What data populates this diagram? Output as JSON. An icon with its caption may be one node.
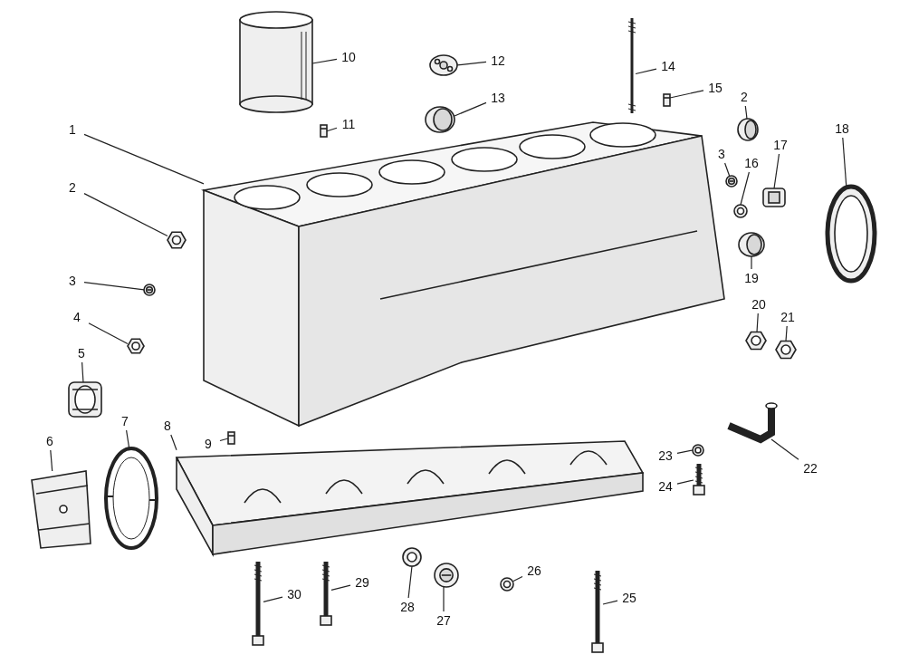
{
  "diagram": {
    "nodes": [
      {
        "text": [
          "1"
        ]
      },
      {
        "text": [
          "2"
        ]
      },
      {
        "text": [
          "3"
        ]
      },
      {
        "text": [
          "4"
        ]
      },
      {
        "text": [
          "5"
        ]
      },
      {
        "text": [
          "6"
        ]
      },
      {
        "text": [
          "7"
        ]
      },
      {
        "text": [
          "8"
        ]
      },
      {
        "text": [
          "9"
        ]
      },
      {
        "text": [
          "10"
        ]
      },
      {
        "text": [
          "11"
        ]
      },
      {
        "text": [
          "12"
        ]
      },
      {
        "text": [
          "13"
        ]
      },
      {
        "text": [
          "14"
        ]
      },
      {
        "text": [
          "15"
        ]
      },
      {
        "text": [
          "2"
        ]
      },
      {
        "text": [
          "3"
        ]
      },
      {
        "text": [
          "16"
        ]
      },
      {
        "text": [
          "17"
        ]
      },
      {
        "text": [
          "18"
        ]
      },
      {
        "text": [
          "19"
        ]
      },
      {
        "text": [
          "20"
        ]
      },
      {
        "text": [
          "21"
        ]
      },
      {
        "text": [
          "22"
        ]
      },
      {
        "text": [
          "23"
        ]
      },
      {
        "text": [
          "24"
        ]
      },
      {
        "text": [
          "25"
        ]
      },
      {
        "text": [
          "26"
        ]
      },
      {
        "text": [
          "27"
        ]
      },
      {
        "text": [
          "28"
        ]
      },
      {
        "text": [
          "29"
        ]
      },
      {
        "text": [
          "30"
        ]
      },
      {
        "text": [],
        "shape": "picture"
      },
      {
        "text": [],
        "shape": "picture"
      },
      {
        "text": [],
        "shape": "picture"
      },
      {
        "text": [],
        "shape": "picture"
      },
      {
        "text": [],
        "shape": "picture"
      },
      {
        "text": [],
        "shape": "picture"
      },
      {
        "text": [],
        "shape": "picture"
      },
      {
        "text": [],
        "shape": "picture"
      },
      {
        "text": [],
        "shape": "picture"
      },
      {
        "text": [],
        "shape": "picture"
      },
      {
        "text": [],
        "shape": "picture"
      },
      {
        "text": [],
        "shape": "picture"
      },
      {
        "text": [],
        "shape": "picture"
      },
      {
        "text": [],
        "shape": "picture"
      },
      {
        "text": [],
        "shape": "picture"
      },
      {
        "text": [],
        "shape": "picture"
      },
      {
        "text": [],
        "shape": "picture"
      },
      {
        "text": [],
        "shape": "picture"
      },
      {
        "text": [],
        "shape": "picture"
      },
      {
        "text": [],
        "shape": "picture"
      },
      {
        "text": [],
        "shape": "picture"
      },
      {
        "text": [],
        "shape": "picture"
      },
      {
        "text": [],
        "shape": "picture"
      },
      {
        "text": [],
        "shape": "picture"
      },
      {
        "text": [],
        "shape": "picture"
      },
      {
        "text": [],
        "shape": "picture"
      },
      {
        "text": [],
        "shape": "picture"
      },
      {
        "text": [],
        "shape": "picture"
      },
      {
        "text": [],
        "shape": "picture"
      },
      {
        "text": [],
        "shape": "picture"
      },
      {
        "text": [],
        "shape": "picture"
      },
      {
        "text": [],
        "shape": "picture"
      }
    ],
    "edges": [
      {
        "from": 0,
        "to": 32,
        "arrow": "none"
      },
      {
        "from": 1,
        "to": 33,
        "arrow": "none"
      },
      {
        "from": 2,
        "to": 34,
        "arrow": "none"
      },
      {
        "from": 3,
        "to": 35,
        "arrow": "none"
      },
      {
        "from": 4,
        "to": 36,
        "arrow": "none"
      },
      {
        "from": 5,
        "to": 37,
        "arrow": "none"
      },
      {
        "from": 6,
        "to": 38,
        "arrow": "none"
      },
      {
        "from": 7,
        "to": 39,
        "arrow": "none"
      },
      {
        "from": 8,
        "to": 40,
        "arrow": "none"
      },
      {
        "from": 9,
        "to": 41,
        "arrow": "none"
      },
      {
        "from": 10,
        "to": 42,
        "arrow": "none"
      },
      {
        "from": 11,
        "to": 43,
        "arrow": "none"
      },
      {
        "from": 12,
        "to": 44,
        "arrow": "none"
      },
      {
        "from": 13,
        "to": 45,
        "arrow": "none"
      },
      {
        "from": 14,
        "to": 46,
        "arrow": "none"
      },
      {
        "from": 15,
        "to": 47,
        "arrow": "none"
      },
      {
        "from": 16,
        "to": 48,
        "arrow": "none"
      },
      {
        "from": 17,
        "to": 49,
        "arrow": "none"
      },
      {
        "from": 18,
        "to": 50,
        "arrow": "none"
      },
      {
        "from": 19,
        "to": 51,
        "arrow": "none"
      },
      {
        "from": 20,
        "to": 52,
        "arrow": "none"
      },
      {
        "from": 21,
        "to": 53,
        "arrow": "none"
      },
      {
        "from": 22,
        "to": 54,
        "arrow": "none"
      },
      {
        "from": 23,
        "to": 55,
        "arrow": "none"
      },
      {
        "from": 24,
        "to": 56,
        "arrow": "none"
      },
      {
        "from": 25,
        "to": 57,
        "arrow": "none"
      },
      {
        "from": 26,
        "to": 58,
        "arrow": "none"
      },
      {
        "from": 27,
        "to": 59,
        "arrow": "none"
      },
      {
        "from": 28,
        "to": 60,
        "arrow": "none"
      },
      {
        "from": 29,
        "to": 61,
        "arrow": "none"
      },
      {
        "from": 30,
        "to": 62,
        "arrow": "none"
      },
      {
        "from": 31,
        "to": 63,
        "arrow": "none"
      }
    ]
  }
}
